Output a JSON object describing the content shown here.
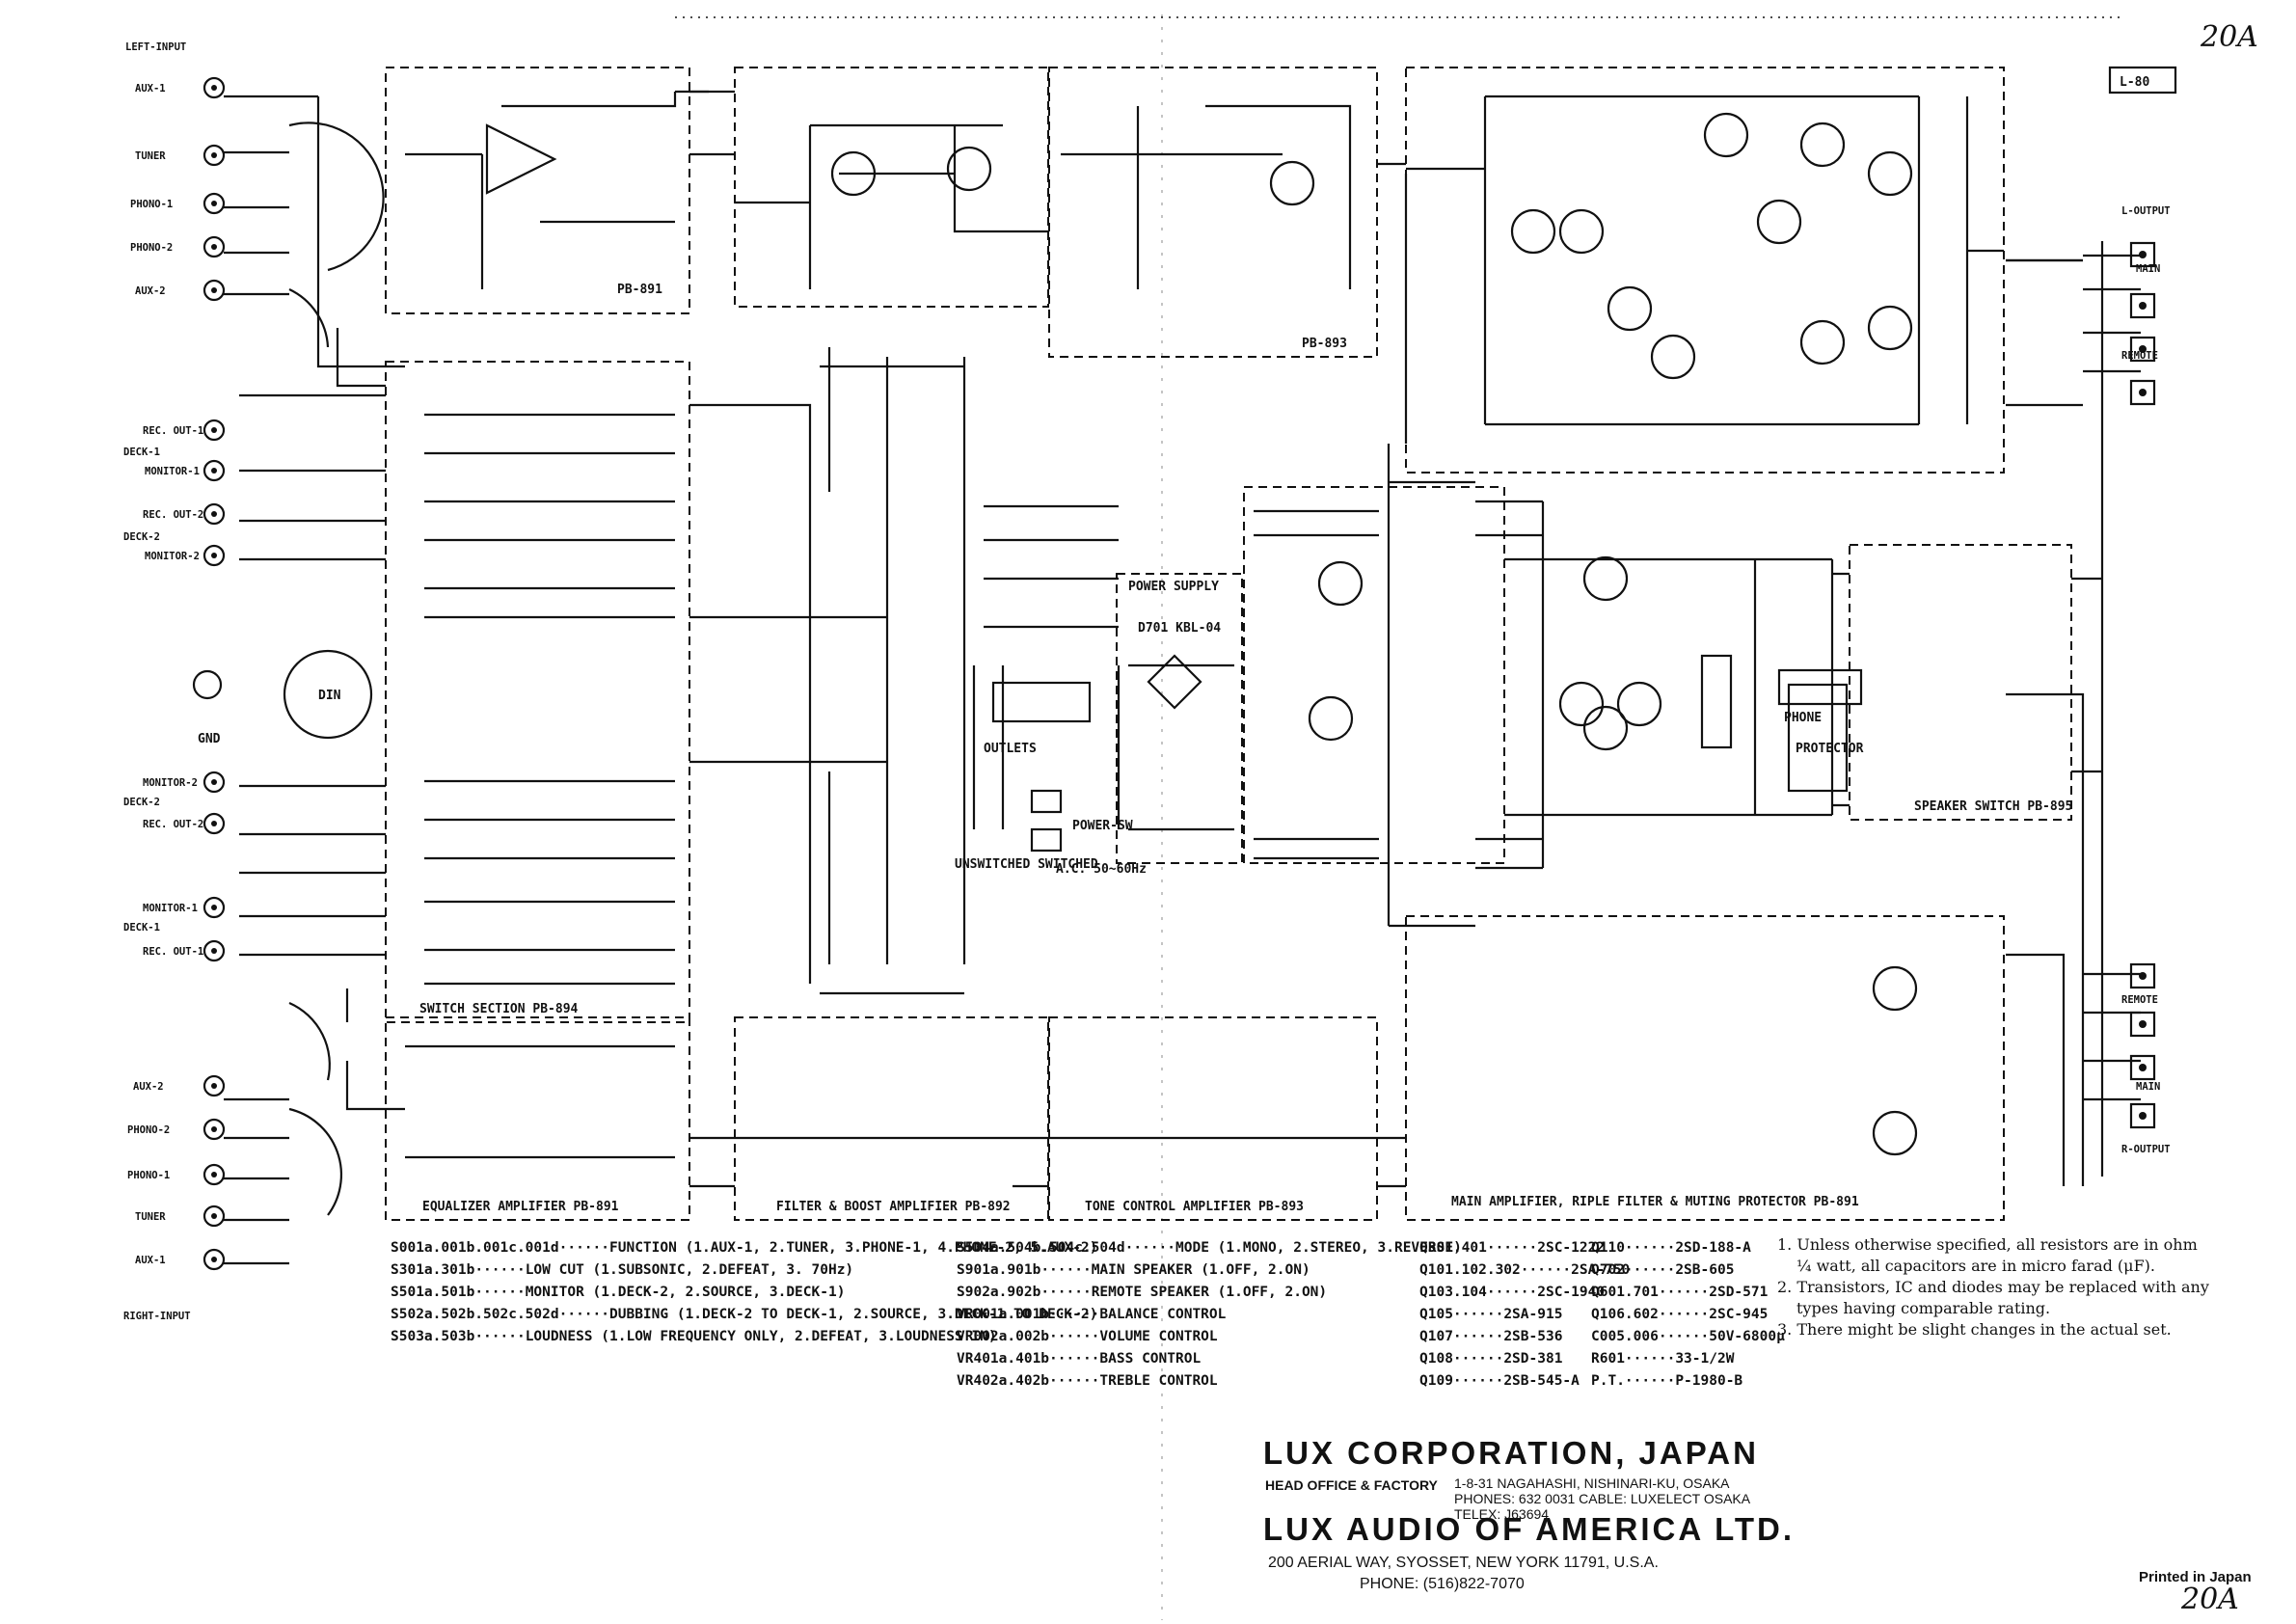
{
  "model": "L-80",
  "page_mark": "20A",
  "printed": "Printed in Japan",
  "block_labels": {
    "eq": "EQUALIZER AMPLIFIER  PB-891",
    "filter": "FILTER & BOOST AMPLIFIER  PB-892",
    "tone": "TONE CONTROL AMPLIFIER  PB-893",
    "main": "MAIN AMPLIFIER, RIPLE FILTER & MUTING PROTECTOR  PB-891",
    "switch": "SWITCH SECTION  PB-894",
    "speaker": "SPEAKER SWITCH  PB-895",
    "power": "POWER SUPPLY",
    "pb891": "PB-891",
    "pb893": "PB-893",
    "phone": "PHONE",
    "protector": "PROTECTOR",
    "din": "DIN",
    "gnd": "GND",
    "outlets": "OUTLETS",
    "unswitched": "UNSWITCHED SWITCHED",
    "ac": "A.C. 50~60Hz",
    "power_sw": "POWER-SW",
    "rectifier": "D701 KBL-04"
  },
  "left_labels": [
    "LEFT-INPUT",
    "AUX-1",
    "TUNER",
    "PHONO-1",
    "PHONO-2",
    "AUX-2",
    "REC. OUT-1",
    "DECK-1",
    "MONITOR-1",
    "REC. OUT-2",
    "DECK-2",
    "MONITOR-2",
    "MONITOR-2",
    "DECK-2",
    "REC. OUT-2",
    "MONITOR-1",
    "DECK-1",
    "REC. OUT-1",
    "AUX-2",
    "PHONO-2",
    "PHONO-1",
    "TUNER",
    "AUX-1",
    "RIGHT-INPUT"
  ],
  "right_labels": [
    "L-OUTPUT",
    "MAIN",
    "REMOTE",
    "REMOTE",
    "MAIN",
    "R-OUTPUT"
  ],
  "legend_left": [
    {
      "ref": "S001a.001b.001c.001d",
      "desc": "FUNCTION (1.AUX-1, 2.TUNER, 3.PHONE-1, 4.PHONE-2, 5.AUX-2)"
    },
    {
      "ref": "S301a.301b",
      "desc": "LOW CUT (1.SUBSONIC, 2.DEFEAT, 3. 70Hz)"
    },
    {
      "ref": "S501a.501b",
      "desc": "MONITOR (1.DECK-2, 2.SOURCE, 3.DECK-1)"
    },
    {
      "ref": "S502a.502b.502c.502d",
      "desc": "DUBBING (1.DECK-2 TO DECK-1, 2.SOURCE, 3.DECK-1 TO DECK-2)"
    },
    {
      "ref": "S503a.503b",
      "desc": "LOUDNESS (1.LOW FREQUENCY ONLY, 2.DEFEAT, 3.LOUDNESS IN)"
    }
  ],
  "legend_mid": [
    {
      "ref": "S504a.504b.504c.504d",
      "desc": "MODE          (1.MONO, 2.STEREO, 3.REVERSE)"
    },
    {
      "ref": "S901a.901b",
      "desc": "MAIN SPEAKER (1.OFF, 2.ON)"
    },
    {
      "ref": "S902a.902b",
      "desc": "REMOTE SPEAKER (1.OFF, 2.ON)"
    },
    {
      "ref": "VR001a.001b",
      "desc": "BALANCE CONTROL"
    },
    {
      "ref": "VR002a.002b",
      "desc": "VOLUME CONTROL"
    },
    {
      "ref": "VR401a.401b",
      "desc": "BASS CONTROL"
    },
    {
      "ref": "VR402a.402b",
      "desc": "TREBLE CONTROL"
    }
  ],
  "parts_a": [
    {
      "ref": "Q301.401",
      "part": "2SC-1222"
    },
    {
      "ref": "Q101.102.302",
      "part": "2SA-750"
    },
    {
      "ref": "Q103.104",
      "part": "2SC-1940"
    },
    {
      "ref": "Q105",
      "part": "2SA-915"
    },
    {
      "ref": "Q107",
      "part": "2SB-536"
    },
    {
      "ref": "Q108",
      "part": "2SD-381"
    },
    {
      "ref": "Q109",
      "part": "2SB-545-A"
    }
  ],
  "parts_b": [
    {
      "ref": "Q110",
      "part": "2SD-188-A"
    },
    {
      "ref": "Q702",
      "part": "2SB-605"
    },
    {
      "ref": "Q601.701",
      "part": "2SD-571"
    },
    {
      "ref": "Q106.602",
      "part": "2SC-945"
    },
    {
      "ref": "C005.006",
      "part": "50V-6800μ"
    },
    {
      "ref": "R601",
      "part": "33-1/2W"
    },
    {
      "ref": "P.T.",
      "part": "P-1980-B"
    }
  ],
  "notes": [
    "1. Unless otherwise specified, all resistors are in ohm",
    "¼ watt, all capacitors are in micro farad (μF).",
    "2. Transistors, IC and diodes may be replaced with any",
    "types having comparable rating.",
    "3. There might be slight changes in the actual set."
  ],
  "corp": {
    "name": "LUX CORPORATION, JAPAN",
    "hq_label": "HEAD OFFICE & FACTORY",
    "hq_addr1": "1-8-31 NAGAHASHI, NISHINARI-KU, OSAKA",
    "hq_addr2": "PHONES: 632 0031  CABLE: LUXELECT OSAKA",
    "hq_addr3": "TELEX: J63694",
    "us_name": "LUX AUDIO OF AMERICA LTD.",
    "us_addr": "200 AERIAL WAY, SYOSSET, NEW YORK 11791, U.S.A.",
    "us_phone": "PHONE: (516)822-7070"
  }
}
